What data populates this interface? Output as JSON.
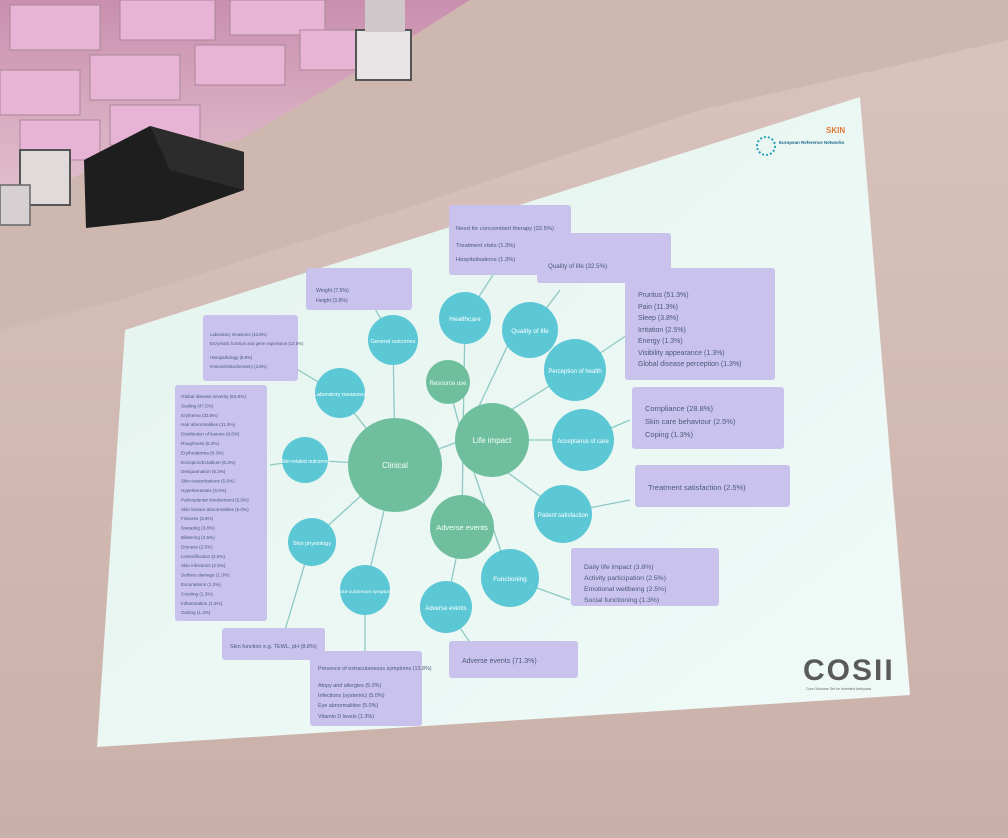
{
  "logo": {
    "ern": "European Reference Networks",
    "skin": "SKIN"
  },
  "cosii": {
    "mark": "COSII",
    "tagline": "Core Outcome Set for Inherited Ichthyosis"
  },
  "nodes": {
    "clinical": "Clinical",
    "life_impact": "Life impact",
    "adverse_events_center": "Adverse events",
    "general_outcomes": "General outcomes",
    "healthcare": "Healthcare",
    "resource_use": "Resource use",
    "quality_of_life": "Quality of life",
    "laboratory_measures": "Laboratory measures",
    "skin_related_outcomes": "Skin-related outcomes",
    "skin_physiology": "Skin physiology",
    "extra_cutaneous_symptoms": "Extra-cutaneous symptoms",
    "adverse_events": "Adverse events",
    "functioning": "Functioning",
    "patient_satisfaction": "Patient satisfaction",
    "acceptance_of_care": "Acceptance of care",
    "perception_of_health": "Perception of health"
  },
  "boxes": {
    "healthcare": [
      "Need for concomitant therapy (22.5%)",
      "Treatment visits (1.3%)",
      "Hospitalisations (1.3%)"
    ],
    "quality_of_life": [
      "Quality of life (32.5%)"
    ],
    "general_outcomes": [
      "Weight (7.5%)",
      "Height (3.8%)"
    ],
    "laboratory": [
      "Laboratory measures (43.8%)",
      "Enzymatic function and gene expression (12.5%)",
      "Histopathology (8.8%)",
      "Immunohistochemistry (3.8%)"
    ],
    "perception": [
      "Pruritus (51.3%)",
      "Pain (11.3%)",
      "Sleep (3.8%)",
      "Irritation (2.5%)",
      "Energy (1.3%)",
      "Visibility appearance (1.3%)",
      "Global disease perception (1.3%)"
    ],
    "acceptance": [
      "Compliance (28.8%)",
      "Skin care behaviour (2.5%)",
      "Coping (1.3%)"
    ],
    "satisfaction": [
      "Treatment satisfaction (2.5%)"
    ],
    "functioning": [
      "Daily life impact (3.8%)",
      "Activity participation (2.5%)",
      "Emotional wellbeing (2.5%)",
      "Social functioning (1.3%)"
    ],
    "adverse": [
      "Adverse events (71.3%)"
    ],
    "skin_function": [
      "Skin function e.g. TEWL, pH (8.8%)"
    ],
    "extracutaneous": [
      "Presence of extracutaneous symptoms (13.8%)",
      "Atopy and allergies (5.0%)",
      "Infections (systemic) (5.0%)",
      "Eye abnormalities (5.0%)",
      "Vitamin D levels (1.3%)"
    ],
    "skin_related": [
      "Global disease severity (63.8%)",
      "Scaling (47.5%)",
      "Erythema (33.8%)",
      "Hair abnormalities (11.3%)",
      "Distribution of lesions (8.8%)",
      "Roughness (6.3%)",
      "Erythroderma (6.3%)",
      "Ectropion/Eclabium (6.3%)",
      "Desquamation (6.3%)",
      "Skin exacerbations (5.0%)",
      "Hyperkeratosis (5.0%)",
      "Palmoplantar involvement (5.0%)",
      "Skin texture abnormalities (5.0%)",
      "Fissures (3.8%)",
      "Sweating (3.8%)",
      "Blistering (2.5%)",
      "Dryness (2.5%)",
      "Lichenification (2.5%)",
      "Skin infections (2.5%)",
      "Surface damage (1.3%)",
      "Excoriations (1.3%)",
      "Crusting (1.3%)",
      "Inflammation (1.3%)",
      "Oozing (1.3%)"
    ]
  },
  "colors": {
    "screen": "#e8f6f1",
    "node_dark": "#6fbf9e",
    "node_light": "#5cc8d6",
    "box": "#c9c2ec",
    "line": "#8ec9c4",
    "text": "#4a5a7a"
  }
}
